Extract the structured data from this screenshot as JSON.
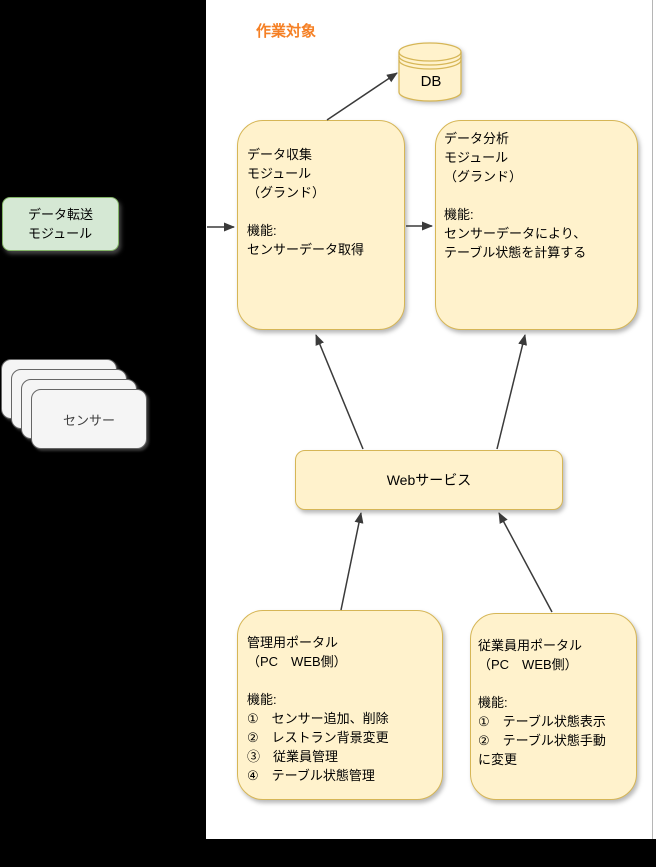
{
  "diagram": {
    "work_target_label": "作業対象",
    "colors": {
      "node_fill": "#FFF2CC",
      "node_border": "#D6B656",
      "transfer_fill": "#D5E8D4",
      "transfer_border": "#82B366",
      "sensor_fill": "#F5F5F5",
      "sensor_border": "#666666",
      "work_target_color": "#F58025",
      "arrow_color": "#3A3A3A"
    },
    "nodes": {
      "db": "DB",
      "transfer": "データ転送\nモジュール",
      "sensor": "センサー",
      "collection": "データ収集\nモジュール\n（グランド）\n\n機能:\nセンサーデータ取得",
      "analysis": "データ分析\nモジュール\n（グランド）\n\n機能:\nセンサーデータにより、\nテーブル状態を計算する",
      "web_service": "Webサービス",
      "admin_portal": "管理用ポータル\n（PC　WEB側）\n\n機能:\n①　センサー追加、削除\n②　レストラン背景変更\n③　従業員管理\n④　テーブル状態管理",
      "employee_portal": "従業員用ポータル\n（PC　WEB側）\n\n機能:\n①　テーブル状態表示\n②　テーブル状態手動\nに変更"
    }
  }
}
